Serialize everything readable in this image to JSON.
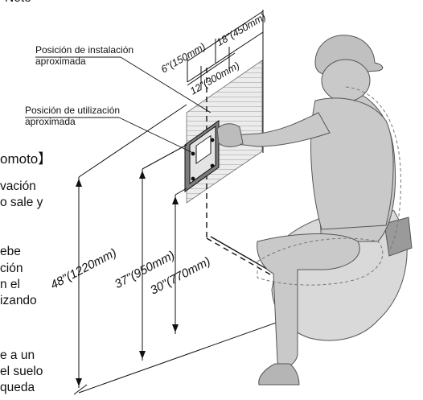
{
  "page_fragment": {
    "top_partial": "Note",
    "heading_partial": "omoto】",
    "left_lines": [
      "vación",
      "o sale y",
      "ebe",
      "ción",
      "n el",
      "izando",
      "e a un",
      "el suelo",
      "queda"
    ]
  },
  "callouts": {
    "installation": [
      "Posición de instalación",
      "aproximada"
    ],
    "usage": [
      "Posición de utilización",
      "aproximada"
    ]
  },
  "dimensions": {
    "h_6": "6\"(150mm)",
    "h_18": "18\"(450mm)",
    "h_12": "12\"(300mm)",
    "v_48": "48\"(1220mm)",
    "v_37": "37\"(950mm)",
    "v_30": "30\"(770mm)"
  },
  "colors": {
    "line": "#111111",
    "figure_fill": "#c7c7c7",
    "hatch_area": "#e2e2e2",
    "remote_fill": "#8a8a8a"
  }
}
